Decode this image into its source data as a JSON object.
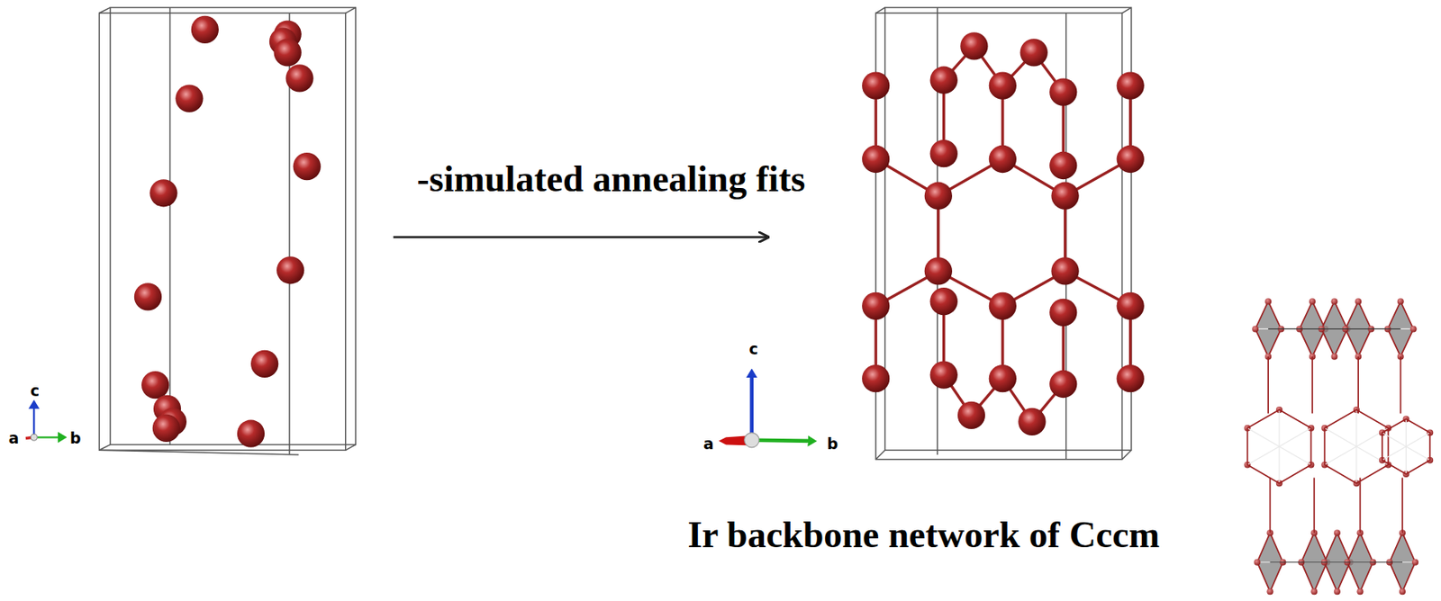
{
  "diagram": {
    "labels": [
      "-simulated annealing fits",
      "Ir backbone network of Cccm",
      "a",
      "b",
      "c",
      "a",
      "b",
      "c"
    ]
  }
}
